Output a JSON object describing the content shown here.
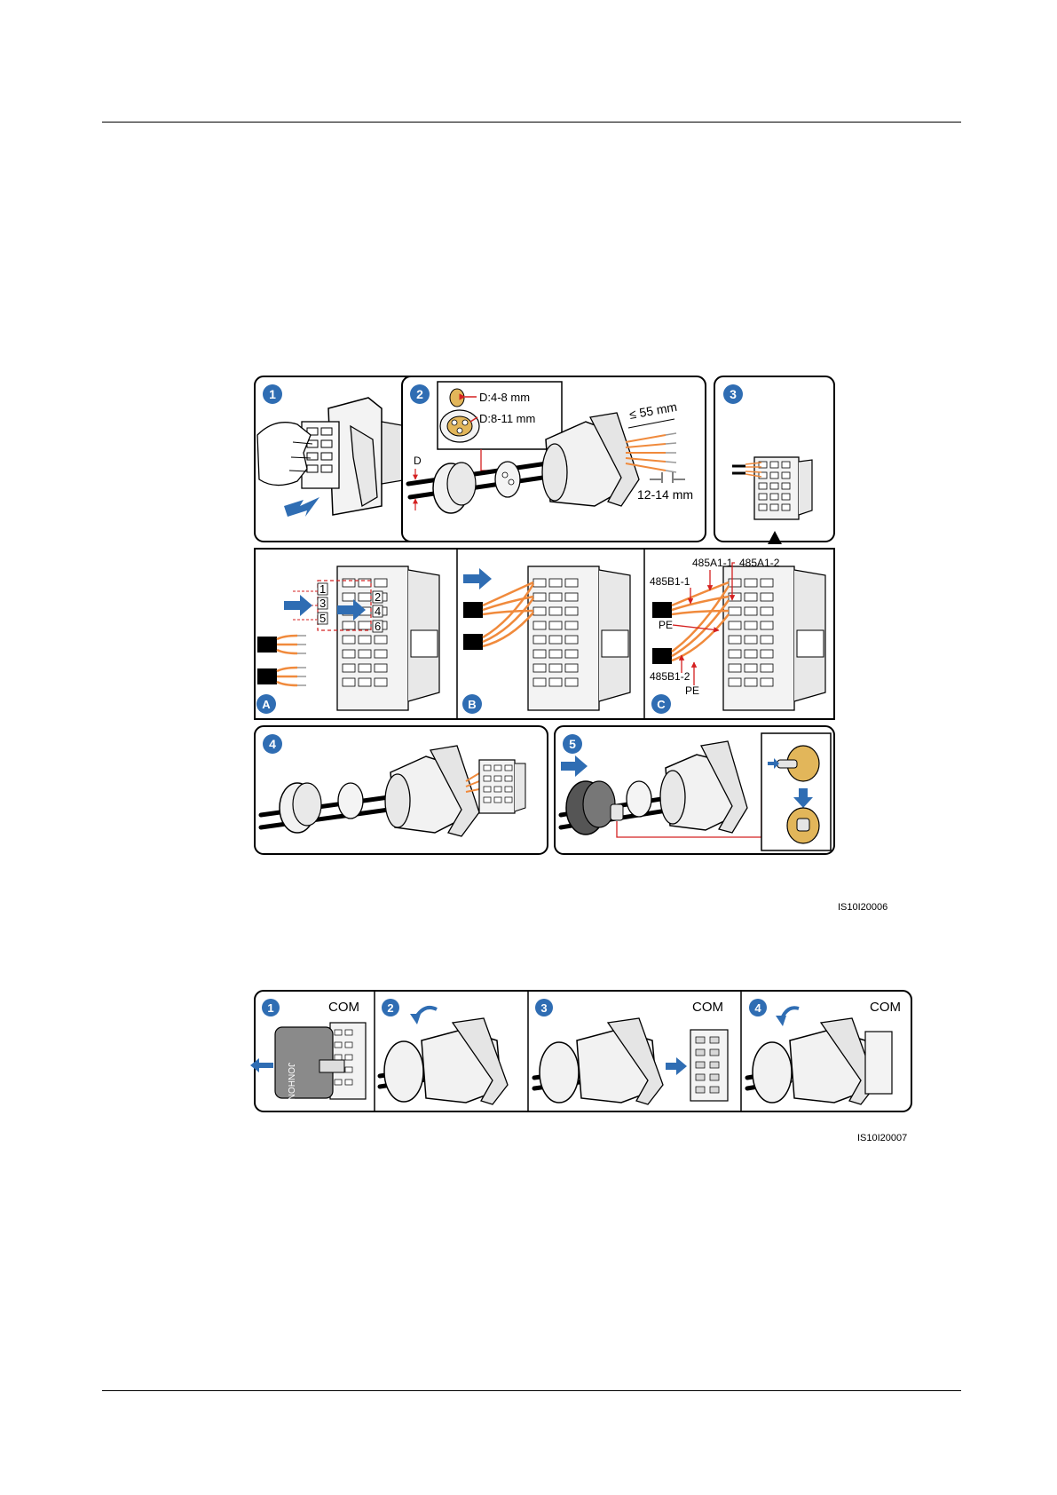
{
  "figure1": {
    "code": "IS10I20006",
    "steps": {
      "s1": "1",
      "s2": "2",
      "s3": "3",
      "s4": "4",
      "s5": "5",
      "a": "A",
      "b": "B",
      "c": "C"
    },
    "panel2": {
      "d_label": "D",
      "d_small": "D:4-8 mm",
      "d_large": "D:8-11 mm",
      "strip_len": "≤ 55 mm",
      "strip_end": "12-14 mm"
    },
    "panelA": {
      "pins": [
        "1",
        "2",
        "3",
        "4",
        "5",
        "6"
      ]
    },
    "panelC": {
      "l_485a1_1": "485A1-1",
      "l_485a1_2": "485A1-2",
      "l_485b1_1": "485B1-1",
      "l_pe1": "PE",
      "l_485b1_2": "485B1-2",
      "l_pe2": "PE"
    }
  },
  "figure2": {
    "code": "IS10I20007",
    "steps": {
      "s1": "1",
      "s2": "2",
      "s3": "3",
      "s4": "4"
    },
    "com1": "COM",
    "com3": "COM",
    "com4": "COM",
    "cover_brand": "JONHON"
  },
  "colors": {
    "accent_blue": "#2f6db3",
    "wire_orange": "#f08a3c",
    "marker_red": "#d42020",
    "grommet_gold": "#e2b65a"
  }
}
